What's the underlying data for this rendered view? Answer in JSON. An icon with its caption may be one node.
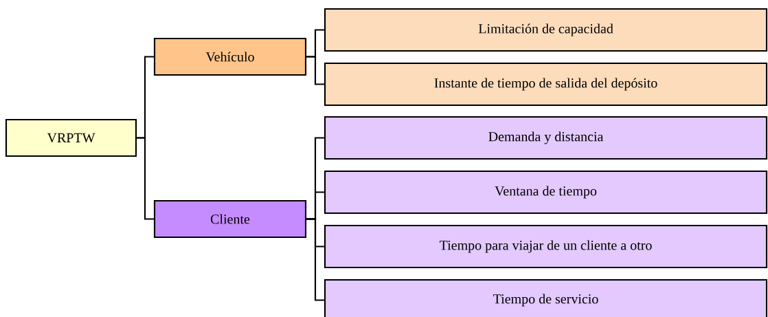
{
  "diagram": {
    "nodes": [
      {
        "text": [
          "VRPTW"
        ]
      },
      {
        "text": [
          "Vehículo"
        ]
      },
      {
        "text": [
          "Cliente"
        ]
      },
      {
        "text": [
          "Limitación de capacidad"
        ]
      },
      {
        "text": [
          "Instante de tiempo de salida del depósito"
        ]
      },
      {
        "text": [
          "Demanda y distancia"
        ]
      },
      {
        "text": [
          "Ventana de tiempo"
        ]
      },
      {
        "text": [
          "Tiempo para viajar de un cliente a otro"
        ]
      },
      {
        "text": [
          "Tiempo de servicio"
        ]
      }
    ],
    "edges": [
      {
        "from": 0,
        "to": 1,
        "arrow": "none"
      },
      {
        "from": 0,
        "to": 2,
        "arrow": "none"
      },
      {
        "from": 1,
        "to": 3,
        "arrow": "none"
      },
      {
        "from": 1,
        "to": 4,
        "arrow": "none"
      },
      {
        "from": 2,
        "to": 5,
        "arrow": "none"
      },
      {
        "from": 2,
        "to": 6,
        "arrow": "none"
      },
      {
        "from": 2,
        "to": 7,
        "arrow": "none"
      },
      {
        "from": 2,
        "to": 8,
        "arrow": "none"
      }
    ]
  }
}
